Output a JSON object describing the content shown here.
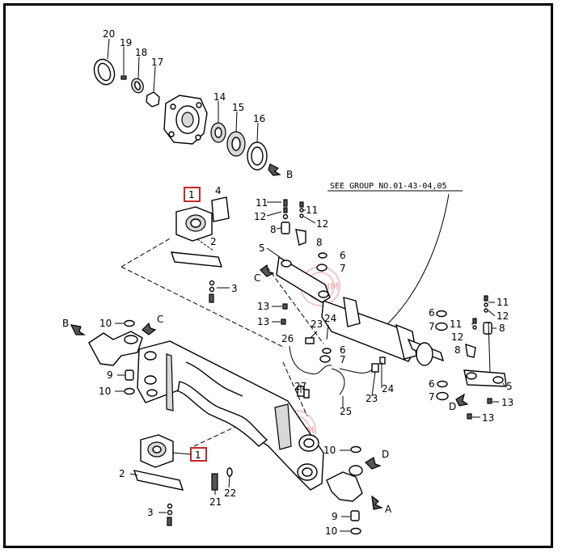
{
  "diagram": {
    "group_ref_text": "SEE GROUP NO.01-43-04,05",
    "highlight_color": "#c62828",
    "labels": [
      {
        "id": "l20",
        "text": "20"
      },
      {
        "id": "l19",
        "text": "19"
      },
      {
        "id": "l18",
        "text": "18"
      },
      {
        "id": "l17",
        "text": "17"
      },
      {
        "id": "l14",
        "text": "14"
      },
      {
        "id": "l15",
        "text": "15"
      },
      {
        "id": "l16",
        "text": "16"
      },
      {
        "id": "lB1",
        "text": "B"
      },
      {
        "id": "l1a",
        "text": "1"
      },
      {
        "id": "l4",
        "text": "4"
      },
      {
        "id": "l2a",
        "text": "2"
      },
      {
        "id": "l3a",
        "text": "3"
      },
      {
        "id": "l11a",
        "text": "11"
      },
      {
        "id": "l12a",
        "text": "12"
      },
      {
        "id": "l11b",
        "text": "11"
      },
      {
        "id": "l12b",
        "text": "12"
      },
      {
        "id": "l8a",
        "text": "8"
      },
      {
        "id": "l8b",
        "text": "8"
      },
      {
        "id": "l5a",
        "text": "5"
      },
      {
        "id": "l6a",
        "text": "6"
      },
      {
        "id": "l7a",
        "text": "7"
      },
      {
        "id": "lC1",
        "text": "C"
      },
      {
        "id": "l13a",
        "text": "13"
      },
      {
        "id": "l13b",
        "text": "13"
      },
      {
        "id": "l23a",
        "text": "23"
      },
      {
        "id": "l24a",
        "text": "24"
      },
      {
        "id": "l26",
        "text": "26"
      },
      {
        "id": "l6b",
        "text": "6"
      },
      {
        "id": "l7b",
        "text": "7"
      },
      {
        "id": "lB2",
        "text": "B"
      },
      {
        "id": "lC2",
        "text": "C"
      },
      {
        "id": "l10a",
        "text": "10"
      },
      {
        "id": "l9a",
        "text": "9"
      },
      {
        "id": "l10b",
        "text": "10"
      },
      {
        "id": "l27",
        "text": "27"
      },
      {
        "id": "l25",
        "text": "25"
      },
      {
        "id": "l23b",
        "text": "23"
      },
      {
        "id": "l24b",
        "text": "24"
      },
      {
        "id": "l6c",
        "text": "6"
      },
      {
        "id": "l7c",
        "text": "7"
      },
      {
        "id": "l11c",
        "text": "11"
      },
      {
        "id": "l12c",
        "text": "12"
      },
      {
        "id": "l11d",
        "text": "11"
      },
      {
        "id": "l12d",
        "text": "12"
      },
      {
        "id": "l8c",
        "text": "8"
      },
      {
        "id": "l8d",
        "text": "8"
      },
      {
        "id": "l6d",
        "text": "6"
      },
      {
        "id": "l7d",
        "text": "7"
      },
      {
        "id": "l5b",
        "text": "5"
      },
      {
        "id": "lD1",
        "text": "D"
      },
      {
        "id": "l13c",
        "text": "13"
      },
      {
        "id": "l13d",
        "text": "13"
      },
      {
        "id": "l1b",
        "text": "1"
      },
      {
        "id": "l10c",
        "text": "10"
      },
      {
        "id": "lD2",
        "text": "D"
      },
      {
        "id": "l2b",
        "text": "2"
      },
      {
        "id": "l21",
        "text": "21"
      },
      {
        "id": "l22",
        "text": "22"
      },
      {
        "id": "lA",
        "text": "A"
      },
      {
        "id": "l3b",
        "text": "3"
      },
      {
        "id": "l9b",
        "text": "9"
      },
      {
        "id": "l10d",
        "text": "10"
      }
    ]
  }
}
